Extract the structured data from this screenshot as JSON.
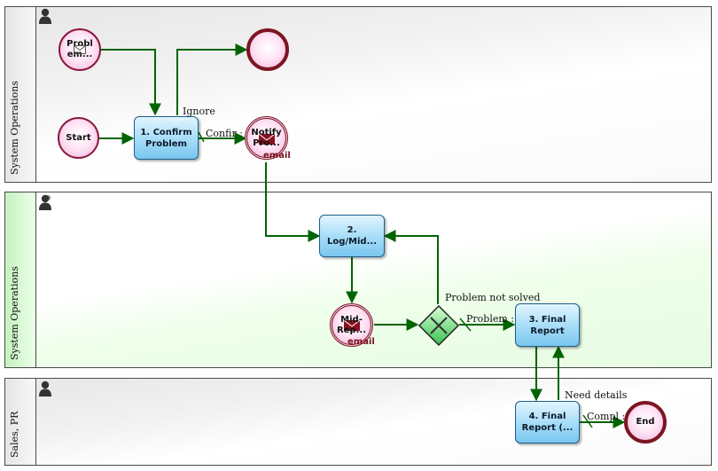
{
  "lanes": [
    {
      "title": "System Operations"
    },
    {
      "title": "System Operations"
    },
    {
      "title": "Sales, PR"
    }
  ],
  "events": {
    "problem_email": "Probl em...",
    "start": "Start",
    "notify": "Notify Pro...",
    "mid_report": "Mid- Rep...",
    "end": "End"
  },
  "tasks": {
    "confirm": "1. Confirm Problem",
    "log": "2. Log/Mid...",
    "final": "3. Final Report",
    "final_pr": "4. Final Report (..."
  },
  "labels": {
    "ignore": "Ignore",
    "confirm_flow": "Confir :",
    "problem_not_solved": "Problem not solved",
    "problem_solved": "Problem :",
    "need_details": "Need details",
    "complete": "Compl :",
    "email_1": "email",
    "email_2": "email"
  },
  "colors": {
    "flow": "#006400",
    "event_border": "#7c1622",
    "task_border": "#1d5d88",
    "gateway": "#3fcc5a"
  }
}
